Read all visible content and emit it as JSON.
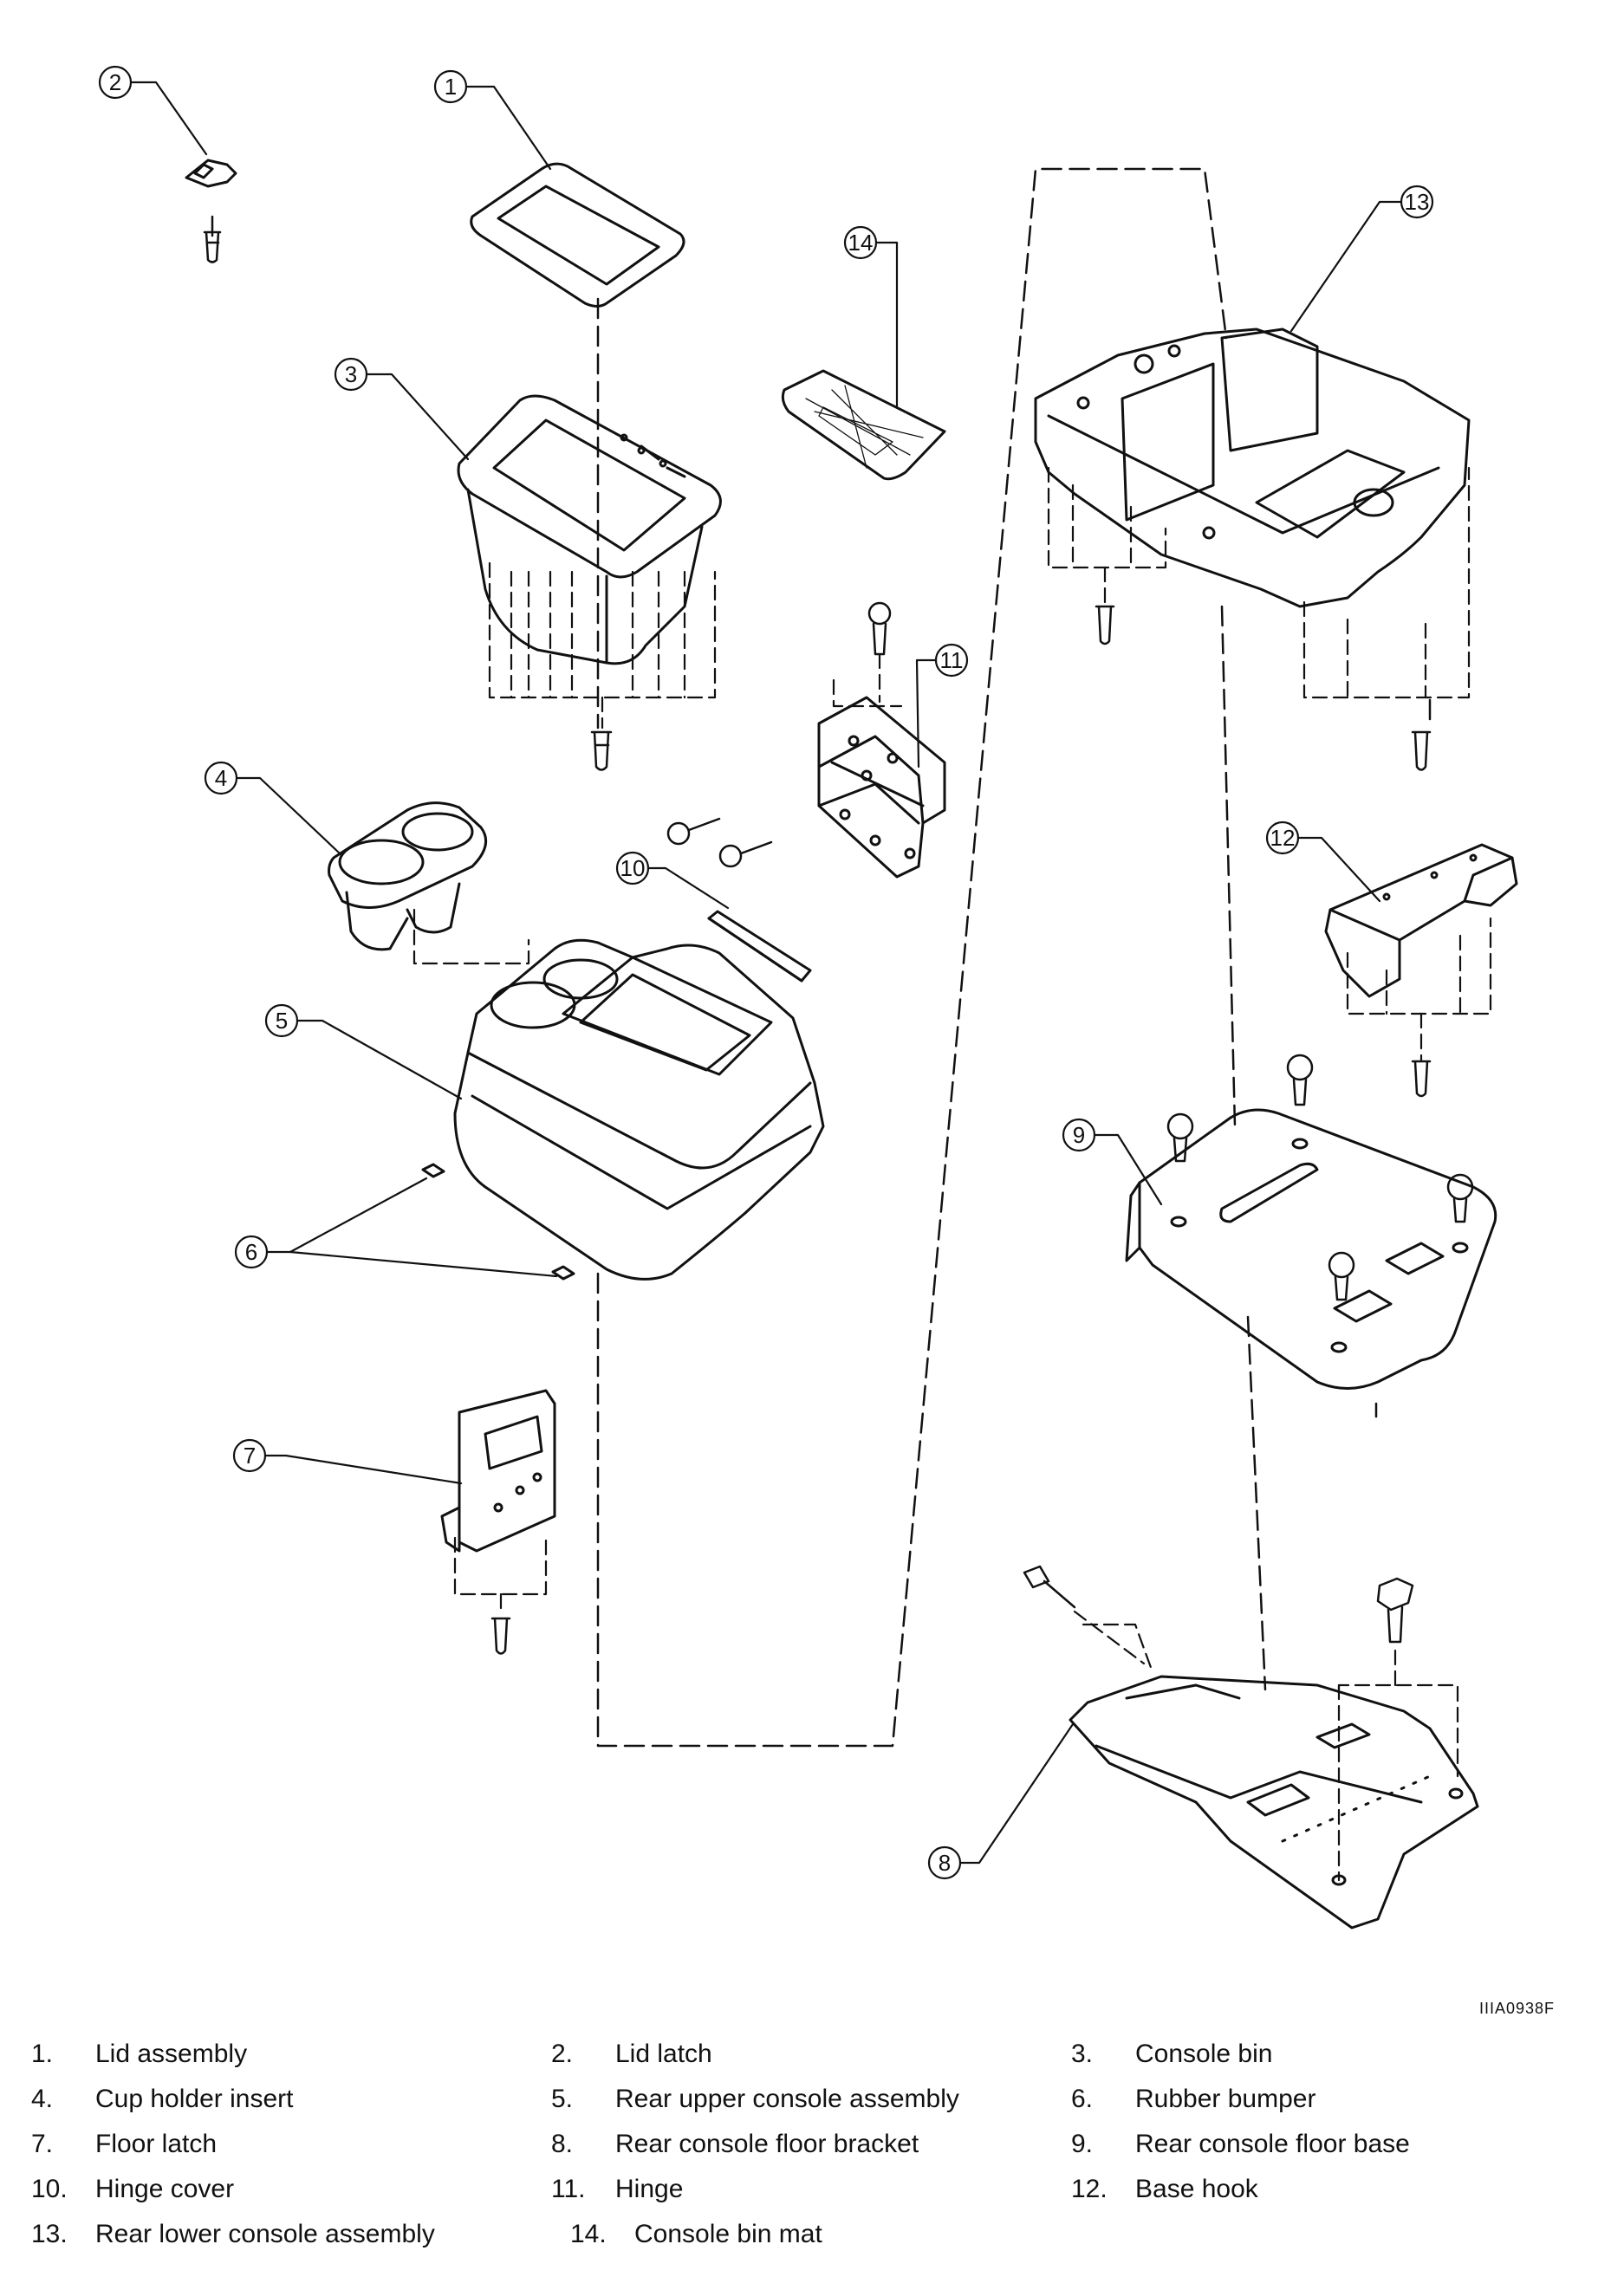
{
  "drawing_id": "IIIA0938F",
  "callouts": [
    "1",
    "2",
    "3",
    "4",
    "5",
    "6",
    "7",
    "8",
    "9",
    "10",
    "11",
    "12",
    "13",
    "14"
  ],
  "legend": [
    {
      "num": "1.",
      "text": "Lid assembly"
    },
    {
      "num": "2.",
      "text": "Lid latch"
    },
    {
      "num": "3.",
      "text": "Console bin"
    },
    {
      "num": "4.",
      "text": "Cup holder insert"
    },
    {
      "num": "5.",
      "text": "Rear upper console assembly"
    },
    {
      "num": "6.",
      "text": "Rubber bumper"
    },
    {
      "num": "7.",
      "text": "Floor latch"
    },
    {
      "num": "8.",
      "text": "Rear console floor bracket"
    },
    {
      "num": "9.",
      "text": "Rear console floor base"
    },
    {
      "num": "10.",
      "text": "Hinge cover"
    },
    {
      "num": "11.",
      "text": "Hinge"
    },
    {
      "num": "12.",
      "text": "Base hook"
    },
    {
      "num": "13.",
      "text": "Rear lower console assembly"
    },
    {
      "num": "14.",
      "text": "Console bin mat"
    }
  ]
}
